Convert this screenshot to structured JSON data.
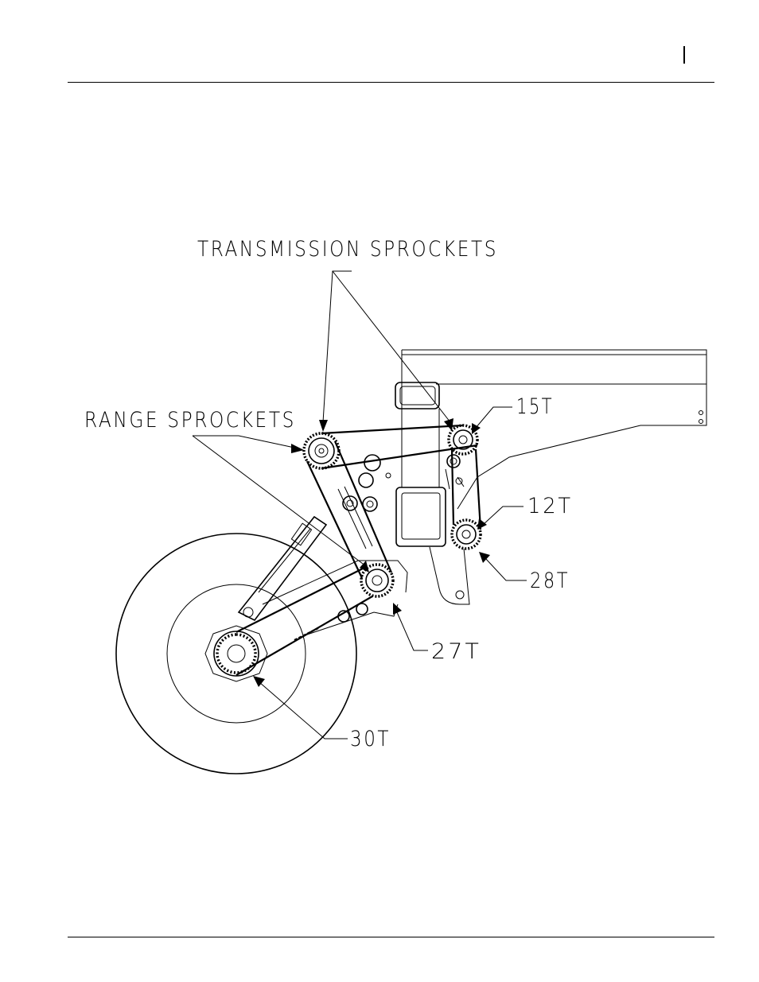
{
  "labels": {
    "transmission": "TRANSMISSION SPROCKETS",
    "range": "RANGE SPROCKETS",
    "t15": "15T",
    "t12": "12T",
    "t28": "28T",
    "t27": "27T",
    "t30": "30T"
  }
}
